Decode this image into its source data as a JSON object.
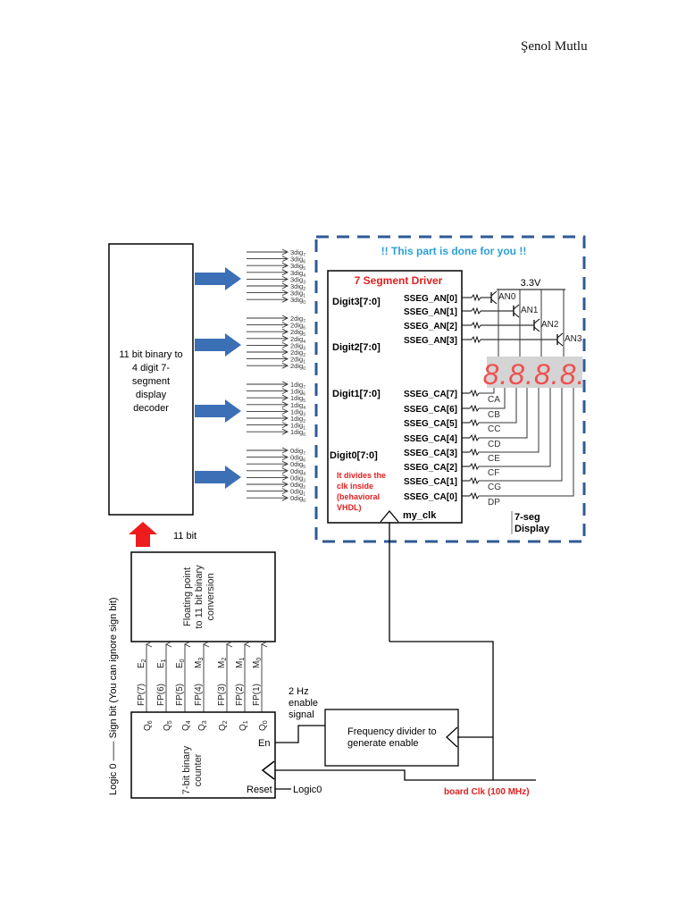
{
  "author": "Şenol Mutlu",
  "colors": {
    "dashed_border": "#2f5b96",
    "block_arrow": "#3b6fb6",
    "red_arrow": "#ee1c1c",
    "red_text": "#e02020",
    "blue_text": "#2aa0d8",
    "seg_display_bg": "#d4d4d4",
    "seg_digit": "#f05050"
  },
  "decoder": {
    "label_lines": [
      "11 bit binary to",
      "4 digit 7-",
      "segment",
      "display",
      "decoder"
    ]
  },
  "digit_buses": [
    {
      "prefix": "3dig",
      "signals": [
        "3dig7",
        "3dig6",
        "3dig5",
        "3dig4",
        "3dig3",
        "3dig2",
        "3dig1",
        "3dig0"
      ]
    },
    {
      "prefix": "2dig",
      "signals": [
        "2dig7",
        "2dig6",
        "2dig5",
        "2dig4",
        "2dig3",
        "2dig2",
        "2dig1",
        "2dig0"
      ]
    },
    {
      "prefix": "1dig",
      "signals": [
        "1dig7",
        "1dig6",
        "1dig5",
        "1dig4",
        "1dig3",
        "1dig2",
        "1dig1",
        "1dig0"
      ]
    },
    {
      "prefix": "0dig",
      "signals": [
        "0dig7",
        "0dig6",
        "0dig5",
        "0dig4",
        "0dig3",
        "0dig2",
        "0dig1",
        "0dig0"
      ]
    }
  ],
  "provided_section": {
    "banner": "!! This part is done for you !!",
    "driver_title": "7 Segment Driver",
    "inputs": [
      "Digit3[7:0]",
      "Digit2[7:0]",
      "Digit1[7:0]",
      "Digit0[7:0]"
    ],
    "anode_outputs": [
      "SSEG_AN[0]",
      "SSEG_AN[1]",
      "SSEG_AN[2]",
      "SSEG_AN[3]"
    ],
    "cathode_outputs": [
      "SSEG_CA[7]",
      "SSEG_CA[6]",
      "SSEG_CA[5]",
      "SSEG_CA[4]",
      "SSEG_CA[3]",
      "SSEG_CA[2]",
      "SSEG_CA[1]",
      "SSEG_CA[0]"
    ],
    "note_lines": [
      "It divides the",
      "clk inside",
      "(behavioral",
      "VHDL)"
    ],
    "clock_input": "my_clk",
    "supply": "3.3V",
    "transistors": [
      "AN0",
      "AN1",
      "AN2",
      "AN3"
    ],
    "segment_lines": [
      "CA",
      "CB",
      "CC",
      "CD",
      "CE",
      "CF",
      "CG",
      "DP"
    ],
    "display_readout": "8.8.8.8.",
    "display_label_lines": [
      "7-seg",
      "Display"
    ]
  },
  "bus_width_label": "11 bit",
  "converter": {
    "label_lines": [
      "Floating point",
      "to 11 bit binary",
      "conversion"
    ]
  },
  "fp_signals": [
    {
      "fp": "FP(7)",
      "field": "E",
      "sub": "2"
    },
    {
      "fp": "FP(6)",
      "field": "E",
      "sub": "1"
    },
    {
      "fp": "FP(5)",
      "field": "E",
      "sub": "0"
    },
    {
      "fp": "FP(4)",
      "field": "M",
      "sub": "3"
    },
    {
      "fp": "FP(3)",
      "field": "M",
      "sub": "2"
    },
    {
      "fp": "FP(2)",
      "field": "M",
      "sub": "1"
    },
    {
      "fp": "FP(1)",
      "field": "M",
      "sub": "0"
    }
  ],
  "sign_bit_label": "Logic 0 —— Sign bit (You can ignore sign bit)",
  "counter": {
    "label_lines": [
      "7-bit binary",
      "counter"
    ],
    "outputs": [
      {
        "q": "Q",
        "sub": "6"
      },
      {
        "q": "Q",
        "sub": "5"
      },
      {
        "q": "Q",
        "sub": "4"
      },
      {
        "q": "Q",
        "sub": "3"
      },
      {
        "q": "Q",
        "sub": "2"
      },
      {
        "q": "Q",
        "sub": "1"
      },
      {
        "q": "Q",
        "sub": "0"
      }
    ],
    "enable_port": "En",
    "reset_port": "Reset",
    "reset_value": "Logic0"
  },
  "enable_signal_lines": [
    "2 Hz",
    "enable",
    "signal"
  ],
  "freq_divider": {
    "label_lines": [
      "Frequency divider to",
      "generate enable"
    ]
  },
  "board_clock": "board Clk (100 MHz)"
}
